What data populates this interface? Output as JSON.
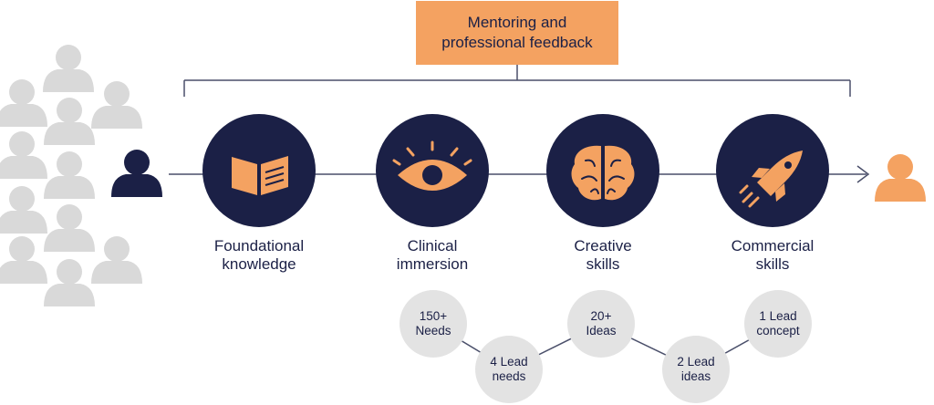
{
  "mentoring": {
    "line1": "Mentoring and",
    "line2": "professional feedback"
  },
  "stages": [
    {
      "icon": "book-icon",
      "line1": "Foundational",
      "line2": "knowledge"
    },
    {
      "icon": "eye-icon",
      "line1": "Clinical",
      "line2": "immersion"
    },
    {
      "icon": "brain-icon",
      "line1": "Creative",
      "line2": "skills"
    },
    {
      "icon": "rocket-icon",
      "line1": "Commercial",
      "line2": "skills"
    }
  ],
  "funnel": [
    {
      "line1": "150+",
      "line2": "Needs"
    },
    {
      "line1": "4 Lead",
      "line2": "needs"
    },
    {
      "line1": "20+",
      "line2": "Ideas"
    },
    {
      "line1": "2 Lead",
      "line2": "ideas"
    },
    {
      "line1": "1 Lead",
      "line2": "concept"
    }
  ],
  "colors": {
    "navy": "#1b2046",
    "orange": "#f4a261",
    "crowd_gray": "#d9d9d9",
    "bubble_gray": "#e3e3e3",
    "line": "#4a4f6a"
  },
  "people": {
    "start": "person-icon",
    "end": "person-icon",
    "crowd": "person-icon"
  }
}
